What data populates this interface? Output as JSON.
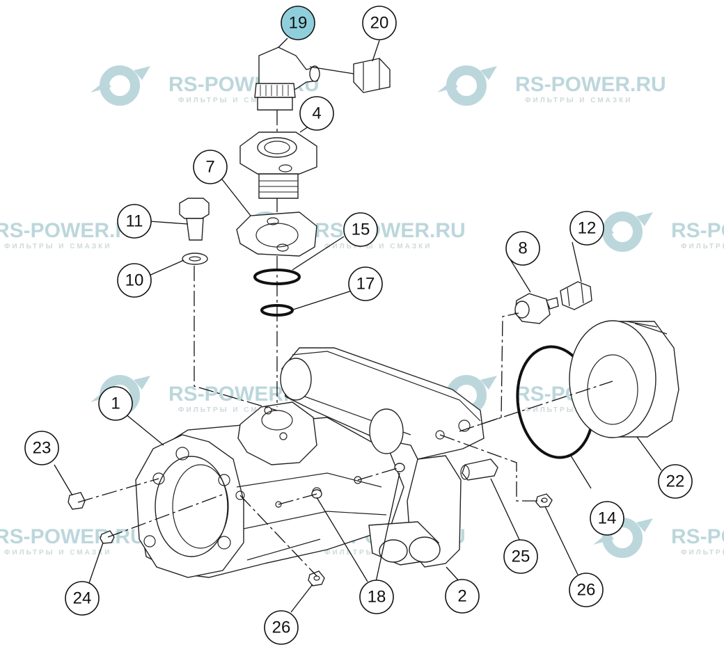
{
  "watermark": {
    "brand": "RS-POWER.RU",
    "tagline": "ФИЛЬТРЫ И СМАЗКИ",
    "color": "#bcd7dc",
    "instances": [
      1,
      2,
      3,
      4,
      5,
      6,
      7,
      8,
      9
    ]
  },
  "callouts": {
    "c1": "1",
    "c2": "2",
    "c4": "4",
    "c7": "7",
    "c8": "8",
    "c10": "10",
    "c11": "11",
    "c12": "12",
    "c14": "14",
    "c15": "15",
    "c17": "17",
    "c18": "18",
    "c19": "19",
    "c20": "20",
    "c22": "22",
    "c23": "23",
    "c24": "24",
    "c25": "25",
    "c26a": "26",
    "c26b": "26"
  },
  "highlighted_callout": "19",
  "highlight_color": "#8fcfdc"
}
